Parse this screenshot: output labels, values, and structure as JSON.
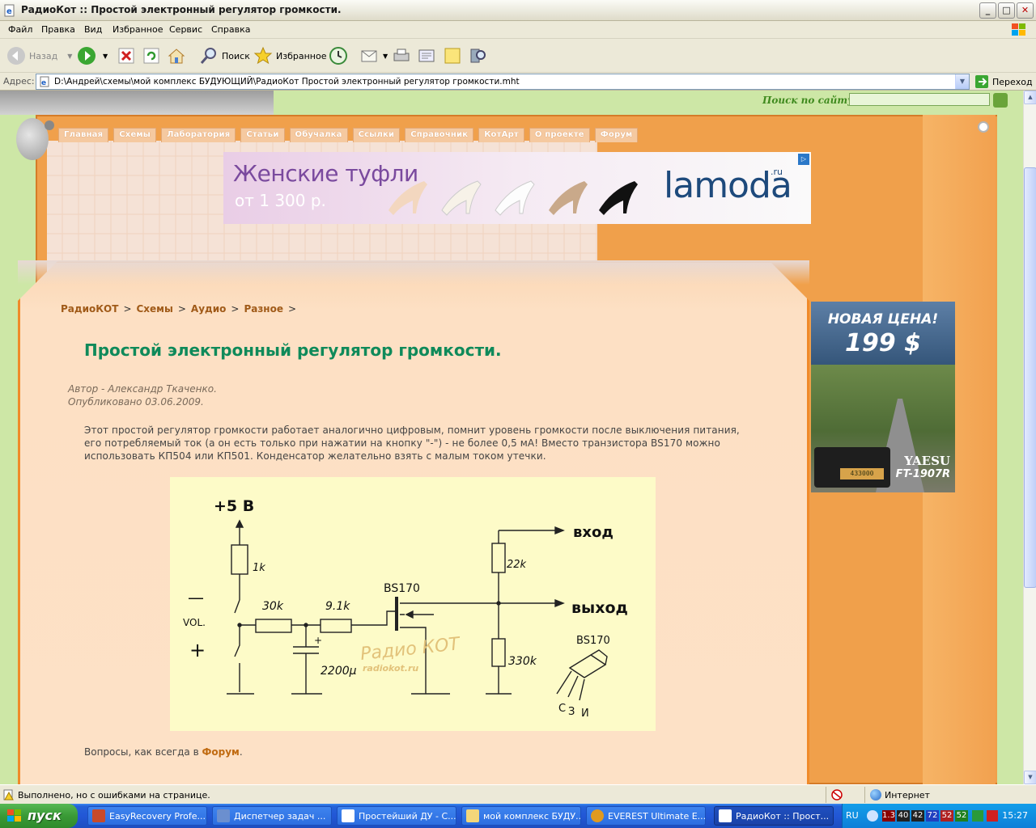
{
  "window": {
    "title": "РадиоКот :: Простой электронный регулятор громкости.",
    "buttons": {
      "minimize": "_",
      "maximize": "□",
      "close": "✕"
    }
  },
  "menu": [
    "Файл",
    "Правка",
    "Вид",
    "Избранное",
    "Сервис",
    "Справка"
  ],
  "toolbar": {
    "back": "Назад",
    "search": "Поиск",
    "favorites": "Избранное"
  },
  "address": {
    "label": "Адрес:",
    "url": "D:\\Андрей\\схемы\\мой комплекс БУДУЮЩИЙ\\РадиоКот  Простой электронный регулятор громкости.mht",
    "go": "Переход"
  },
  "site": {
    "search_label": "Поиск по сайту:",
    "search_value": "",
    "nav": [
      "Главная",
      "Схемы",
      "Лаборатория",
      "Статьи",
      "Обучалка",
      "Ссылки",
      "Справочник",
      "КотАрт",
      "О проекте",
      "Форум"
    ],
    "ad_banner": {
      "title": "Женские туфли",
      "subtitle": "от 1 300 р.",
      "brand": "lamoda",
      "brand_suffix": ".ru",
      "badge": "▷"
    },
    "breadcrumb": [
      "РадиоКОТ",
      "Схемы",
      "Аудио",
      "Разное"
    ],
    "breadcrumb_sep": ">",
    "page_title": "Простой электронный регулятор громкости.",
    "author": "Автор - Александр Ткаченко.",
    "published": "Опубликовано 03.06.2009.",
    "article": "Этот простой регулятор громкости работает аналогично цифровым, помнит уровень громкости после выключения питания, его потребляемый ток (а он есть только при нажатии на кнопку \"-\") - не более 0,5 мА! Вместо транзистора BS170 можно использовать КП504 или КП501. Конденсатор желательно взять с малым током утечки.",
    "forum_prefix": "Вопросы, как всегда в ",
    "forum_link": "Форум",
    "forum_suffix": ".",
    "side_ad": {
      "line1": "НОВАЯ ЦЕНА!",
      "line2": "199 $",
      "brand": "YAESU",
      "model": "FT-1907R",
      "display": "433000"
    }
  },
  "schematic": {
    "supply": "+5 В",
    "r1": "1k",
    "r2": "30k",
    "r3": "9.1k",
    "cap": "2200µ",
    "cap_plus": "+",
    "transistor": "BS170",
    "r4": "22k",
    "r5": "330k",
    "in": "вход",
    "out": "выход",
    "minus": "—",
    "plus": "+",
    "vol": "VOL.",
    "pkg_label": "BS170",
    "pins": [
      "С",
      "З",
      "И"
    ],
    "watermark": "Радио КОТ",
    "watermark_url": "radiokot.ru"
  },
  "status": {
    "text": "Выполнено, но с ошибками на странице.",
    "zone": "Интернет"
  },
  "taskbar": {
    "start": "пуск",
    "tasks": [
      "EasyRecovery Profe...",
      "Диспетчер задач ...",
      "Простейший ДУ - С...",
      "мой комплекс БУДУ...",
      "EVEREST Ultimate E...",
      "РадиоКот :: Прост..."
    ],
    "lang": "RU",
    "tray_nums": [
      "1.3",
      "40",
      "42",
      "72",
      "52",
      "52"
    ],
    "clock": "15:27"
  },
  "colors": {
    "title_green": "#0f8a5a",
    "frame_orange": "#f08a2a",
    "content_bg": "#fde1c6",
    "schematic_bg": "#fdfbc8",
    "xp_blue": "#2257d6"
  }
}
